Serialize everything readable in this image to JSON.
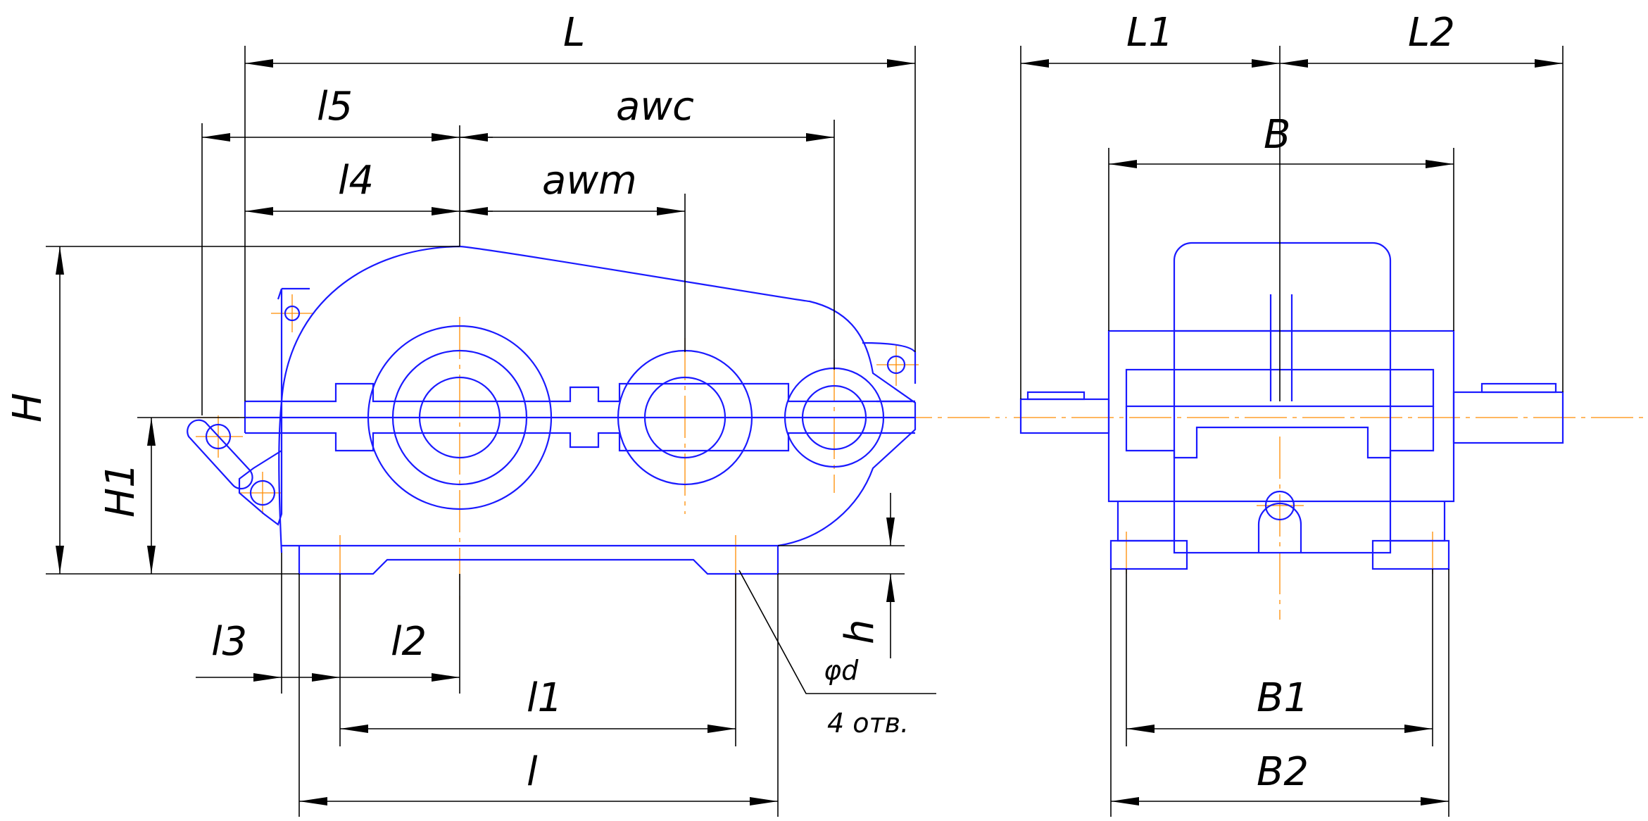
{
  "dimensions": {
    "L": "L",
    "l5": "l5",
    "awc": "awc",
    "l4": "l4",
    "awm": "awm",
    "H": "H",
    "H1": "H1",
    "h": "h",
    "l3": "l3",
    "l2": "l2",
    "l1": "l1",
    "l": "l",
    "L1": "L1",
    "L2": "L2",
    "B": "B",
    "B1": "B1",
    "B2": "B2"
  },
  "notes": {
    "hole_diameter": "φd",
    "hole_count": "4 отв."
  },
  "colors": {
    "part_outline": "#1a1aff",
    "center_line": "#ff8c00",
    "dimension_line": "#000000"
  }
}
